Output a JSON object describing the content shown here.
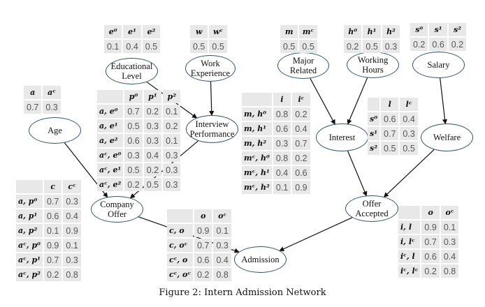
{
  "caption": "Figure 2: Intern Admission Network",
  "nodes": {
    "educational_level": "Educational\nLevel",
    "work_experience": "Work\nExperience",
    "major_related": "Major\nRelated",
    "working_hours": "Working\nHours",
    "salary": "Salary",
    "age": "Age",
    "interview_performance": "Interview\nPerformance",
    "interest": "Interest",
    "welfare": "Welfare",
    "company_offer": "Company\nOffer",
    "offer_accepted": "Offer\nAccepted",
    "admission": "Admission"
  },
  "edges": [
    [
      "educational_level",
      "interview_performance"
    ],
    [
      "work_experience",
      "interview_performance"
    ],
    [
      "age",
      "company_offer"
    ],
    [
      "interview_performance",
      "company_offer"
    ],
    [
      "major_related",
      "interest"
    ],
    [
      "working_hours",
      "interest"
    ],
    [
      "salary",
      "welfare"
    ],
    [
      "interest",
      "offer_accepted"
    ],
    [
      "welfare",
      "offer_accepted"
    ],
    [
      "company_offer",
      "admission"
    ],
    [
      "offer_accepted",
      "admission"
    ]
  ],
  "tables": {
    "education": {
      "header": [
        "e⁰",
        "e¹",
        "e²"
      ],
      "rows": [
        [
          "0.1",
          "0.4",
          "0.5"
        ]
      ]
    },
    "work": {
      "header": [
        "w",
        "wᶜ"
      ],
      "rows": [
        [
          "0.5",
          "0.5"
        ]
      ]
    },
    "major": {
      "header": [
        "m",
        "mᶜ"
      ],
      "rows": [
        [
          "0.5",
          "0.5"
        ]
      ]
    },
    "hours": {
      "header": [
        "h⁰",
        "h¹",
        "h²"
      ],
      "rows": [
        [
          "0.2",
          "0.5",
          "0.3"
        ]
      ]
    },
    "salary": {
      "header": [
        "s⁰",
        "s¹",
        "s²"
      ],
      "rows": [
        [
          "0.2",
          "0.6",
          "0.2"
        ]
      ]
    },
    "age": {
      "header": [
        "a",
        "aᶜ"
      ],
      "rows": [
        [
          "0.7",
          "0.3"
        ]
      ]
    },
    "interview": {
      "header": [
        "",
        "p⁰",
        "p¹",
        "p²"
      ],
      "rows": [
        [
          "a, e⁰",
          "0.7",
          "0.2",
          "0.1"
        ],
        [
          "a, e¹",
          "0.5",
          "0.3",
          "0.2"
        ],
        [
          "a, e²",
          "0.6",
          "0.3",
          "0.1"
        ],
        [
          "aᶜ, e⁰",
          "0.3",
          "0.4",
          "0.3"
        ],
        [
          "aᶜ, e¹",
          "0.5",
          "0.2",
          "0.3"
        ],
        [
          "aᶜ, e²",
          "0.2",
          "0.5",
          "0.3"
        ]
      ]
    },
    "interest": {
      "header": [
        "",
        "i",
        "iᶜ"
      ],
      "rows": [
        [
          "m, h⁰",
          "0.8",
          "0.2"
        ],
        [
          "m, h¹",
          "0.6",
          "0.4"
        ],
        [
          "m, h²",
          "0.3",
          "0.7"
        ],
        [
          "mᶜ, h⁰",
          "0.8",
          "0.2"
        ],
        [
          "mᶜ, h¹",
          "0.4",
          "0.6"
        ],
        [
          "mᶜ, h²",
          "0.1",
          "0.9"
        ]
      ]
    },
    "welfare": {
      "header": [
        "",
        "l",
        "lᶜ"
      ],
      "rows": [
        [
          "s⁰",
          "0.6",
          "0.4"
        ],
        [
          "s¹",
          "0.7",
          "0.3"
        ],
        [
          "s²",
          "0.5",
          "0.5"
        ]
      ]
    },
    "company": {
      "header": [
        "",
        "c",
        "cᶜ"
      ],
      "rows": [
        [
          "a, p⁰",
          "0.7",
          "0.3"
        ],
        [
          "a, p¹",
          "0.6",
          "0.4"
        ],
        [
          "a, p²",
          "0.1",
          "0.9"
        ],
        [
          "aᶜ, p⁰",
          "0.9",
          "0.1"
        ],
        [
          "aᶜ, p¹",
          "0.7",
          "0.3"
        ],
        [
          "aᶜ, p²",
          "0.2",
          "0.8"
        ]
      ]
    },
    "admission": {
      "header": [
        "",
        "o",
        "oᶜ"
      ],
      "rows": [
        [
          "c, o",
          "0.9",
          "0.1"
        ],
        [
          "c, oᶜ",
          "0.7",
          "0.3"
        ],
        [
          "cᶜ, o",
          "0.6",
          "0.4"
        ],
        [
          "cᶜ, oᶜ",
          "0.2",
          "0.8"
        ]
      ]
    },
    "accepted": {
      "header": [
        "",
        "o",
        "oᶜ"
      ],
      "rows": [
        [
          "i, l",
          "0.9",
          "0.1"
        ],
        [
          "i, lᶜ",
          "0.7",
          "0.3"
        ],
        [
          "iᶜ, l",
          "0.6",
          "0.4"
        ],
        [
          "iᶜ, lᶜ",
          "0.2",
          "0.8"
        ]
      ]
    }
  }
}
